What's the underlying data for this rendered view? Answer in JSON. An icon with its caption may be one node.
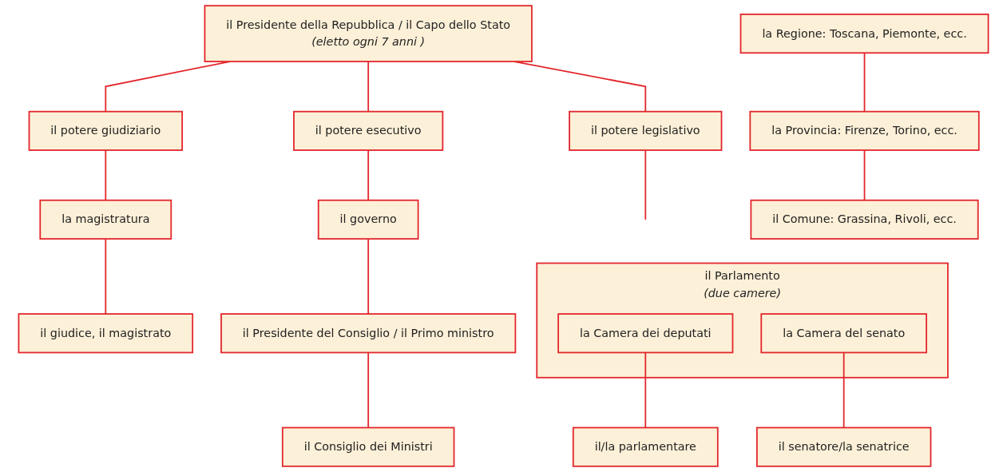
{
  "diagram": {
    "nodes": [
      {
        "text": [
          "il Presidente della Repubblica / il Capo dello Stato",
          "(eletto ogni 7 anni )"
        ]
      },
      {
        "text": [
          "il potere giudiziario"
        ]
      },
      {
        "text": [
          "la magistratura"
        ]
      },
      {
        "text": [
          "il giudice, il magistrato"
        ]
      },
      {
        "text": [
          "il potere esecutivo"
        ]
      },
      {
        "text": [
          "il governo"
        ]
      },
      {
        "text": [
          "il Presidente del Consiglio / il Primo ministro"
        ]
      },
      {
        "text": [
          "il Consiglio dei Ministri"
        ]
      },
      {
        "text": [
          "la Regione: Toscana, Piemonte, ecc."
        ]
      },
      {
        "text": [
          "la Provincia: Firenze, Torino, ecc."
        ]
      },
      {
        "text": [
          "il Comune: Grassina, Rivoli, ecc."
        ]
      },
      {
        "text": [
          "il potere legislativo"
        ]
      },
      {
        "text": [
          "il Parlamento",
          "(due camere)"
        ]
      },
      {
        "text": [
          "la Camera dei deputati"
        ],
        "in": 12
      },
      {
        "text": [
          "la Camera del senato"
        ],
        "in": 12
      },
      {
        "text": [
          "il/la parlamentare"
        ]
      },
      {
        "text": [
          "il senatore/la senatrice"
        ]
      }
    ],
    "edges": [
      {
        "from": 0,
        "to": 1,
        "arrow": "none"
      },
      {
        "from": 0,
        "to": 4,
        "arrow": "none"
      },
      {
        "from": 0,
        "to": 11,
        "arrow": "none"
      },
      {
        "from": 1,
        "to": 2,
        "arrow": "none"
      },
      {
        "from": 2,
        "to": 3,
        "arrow": "none"
      },
      {
        "from": 4,
        "to": 5,
        "arrow": "none"
      },
      {
        "from": 5,
        "to": 6,
        "arrow": "none"
      },
      {
        "from": 6,
        "to": 7,
        "arrow": "none"
      },
      {
        "from": 8,
        "to": 9,
        "arrow": "none"
      },
      {
        "from": 9,
        "to": 10,
        "arrow": "none"
      },
      {
        "from": 11,
        "to": 12,
        "arrow": "none"
      },
      {
        "from": 13,
        "to": 15,
        "arrow": "none"
      },
      {
        "from": 14,
        "to": 16,
        "arrow": "none"
      }
    ]
  }
}
